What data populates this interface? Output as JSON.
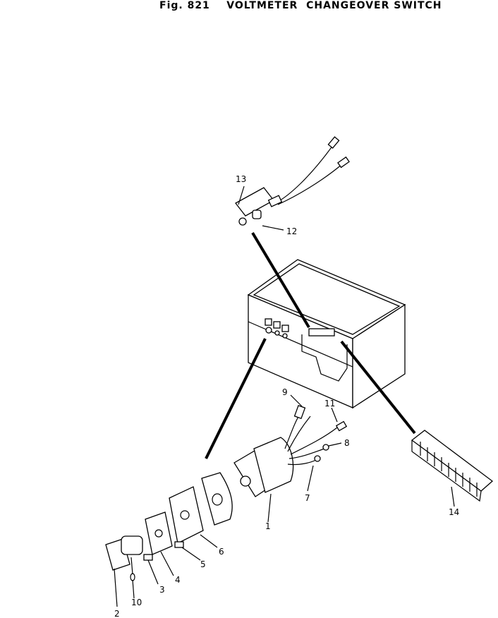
{
  "title": "Fig. 821    VOLTMETER  CHANGEOVER SWITCH",
  "callouts": [
    "1",
    "2",
    "3",
    "4",
    "5",
    "6",
    "7",
    "8",
    "9",
    "10",
    "11",
    "12",
    "13",
    "14"
  ]
}
